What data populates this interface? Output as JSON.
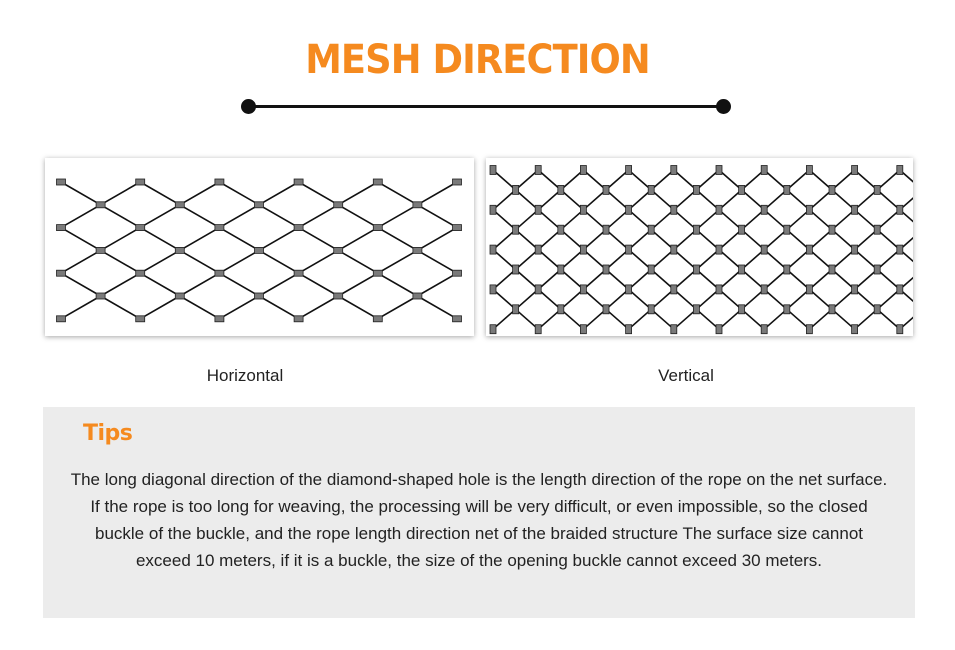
{
  "title": "MESH DIRECTION",
  "colors": {
    "accent": "#f58a1f",
    "line": "#111111",
    "tips_bg": "#ececec"
  },
  "figures": [
    {
      "id": "horizontal",
      "caption": "Horizontal",
      "orientation": "horizontal"
    },
    {
      "id": "vertical",
      "caption": "Vertical",
      "orientation": "vertical"
    }
  ],
  "tips": {
    "heading": "Tips",
    "body": "The long diagonal direction of the diamond-shaped hole is the length direction of the rope on the net surface. If the rope is too long for weaving, the processing will be very difficult, or even impossible, so the closed buckle of the buckle, and the rope length direction net of the braided structure The surface size cannot exceed 10 meters, if it is a buckle, the size of the opening buckle cannot exceed 30 meters."
  }
}
